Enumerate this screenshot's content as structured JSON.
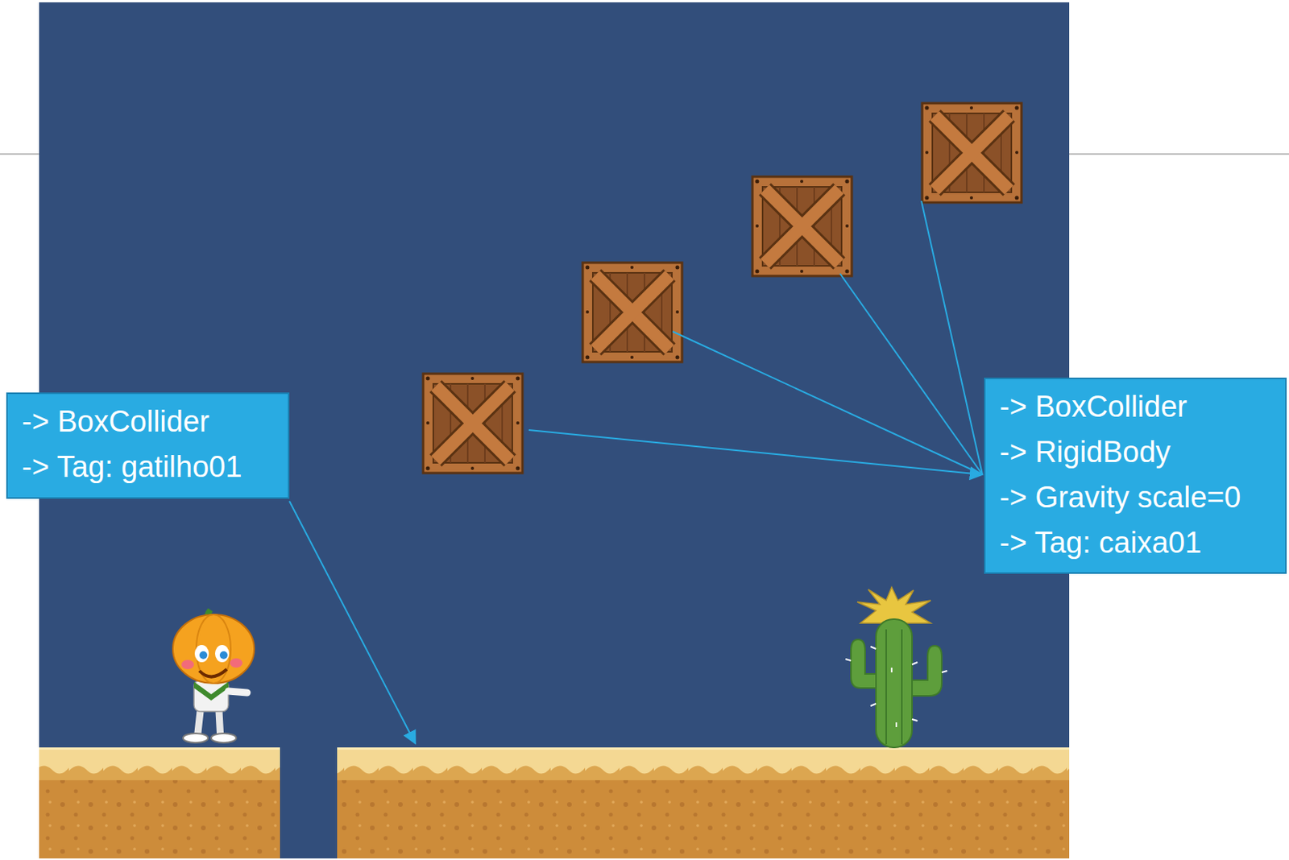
{
  "diagram": {
    "nodes": [
      {
        "text": [
          "-> BoxCollider",
          "-> Tag: gatilho01"
        ]
      },
      {
        "text": [
          "-> BoxCollider",
          "-> RigidBody",
          "-> Gravity scale=0",
          "-> Tag: caixa01"
        ]
      }
    ],
    "edges": []
  }
}
